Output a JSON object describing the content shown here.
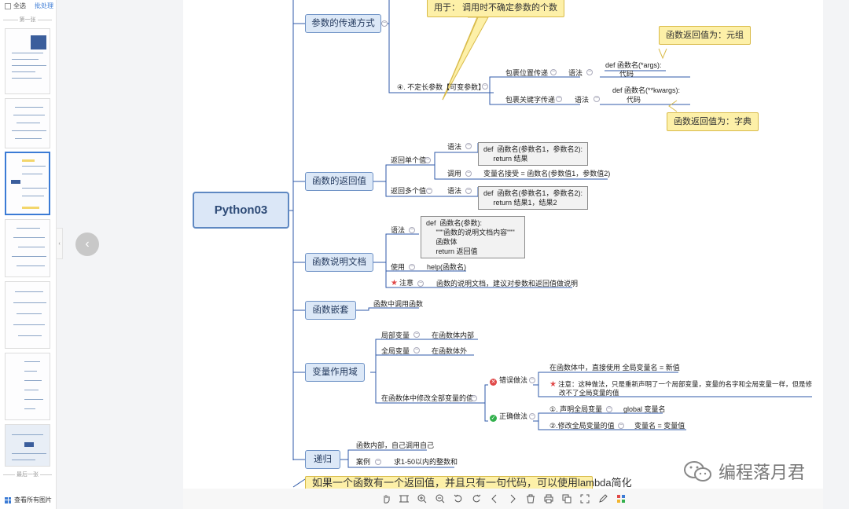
{
  "sidebar": {
    "select_all": "全选",
    "batch": "批处理",
    "first_page": "第一张",
    "last_page": "最后一张",
    "view_all": "查看所有图片"
  },
  "mindmap": {
    "root": "Python03",
    "branches": {
      "param": "参数的传递方式",
      "return": "函数的返回值",
      "doc": "函数说明文档",
      "nest": "函数嵌套",
      "scope": "变量作用域",
      "recur": "递归"
    },
    "param": {
      "callout_use": "用于：  调用时不确定参数的个数",
      "varargs": "④. 不定长参数【可变参数】",
      "pos": "包裹位置传递",
      "kw": "包裹关键字传递",
      "syntax": "语法",
      "pos_code_1": "def  函数名(*args):",
      "pos_code_2": "代码",
      "kw_code_1": "def  函数名(**kwargs):",
      "kw_code_2": "代码",
      "callout_tuple": "函数返回值为：元组",
      "callout_dict": "函数返回值为：字典"
    },
    "return": {
      "single": "返回单个值",
      "multi": "返回多个值",
      "syntax": "语法",
      "call": "调用",
      "single_code": "def  函数名(参数名1，参数名2):\n     return 结果",
      "call_expr": "变量名接受 = 函数名(参数值1，参数值2)",
      "multi_code": "def  函数名(参数名1，参数名2):\n     return 结果1，结果2"
    },
    "doc": {
      "syntax": "语法",
      "code": "def  函数名(参数):\n     \"\"\"函数的说明文档内容\"\"\"\n     函数体\n     return 返回值",
      "use": "使用",
      "help": "help(函数名)",
      "note": "注意",
      "note_text": "函数的说明文档，建议对参数和返回值做说明"
    },
    "nest": {
      "call_in_func": "函数中调用函数"
    },
    "scope": {
      "local": "局部变量",
      "local_desc": "在函数体内部",
      "global": "全局变量",
      "global_desc": "在函数体外",
      "modify": "在函数体中修改全部变量的值",
      "wrong": "错误做法",
      "wrong_1": "在函数体中，直接使用 全局变量名 = 新值",
      "wrong_note_1": "注意：这种做法，只是重新声明了一个局部变量，变量的名字和全局变量一样，但是修",
      "wrong_note_2": "改不了全局变量的值",
      "right": "正确做法",
      "right_1": "①. 声明全局变量",
      "right_1_code": "global 变量名",
      "right_2": "②.修改全局变量的值",
      "right_2_code": "变量名 = 变量值"
    },
    "recur": {
      "def": "函数内部，自己调用自己",
      "example": "案例",
      "example_desc": "求1-50以内的整数和"
    },
    "lambda_callout": "如果一个函数有一个返回值，并且只有一句代码，可以使用lambda简化"
  },
  "watermark": "编程落月君",
  "colors": {
    "branch_border": "#6f93c6",
    "branch_fill": "#dce8f7",
    "line": "#2f5aa8",
    "callout_fill": "#fdf0a8",
    "sidebar_active": "#3b7bd5"
  },
  "toolbar_icons": [
    "hand-icon",
    "fit-icon",
    "zoom-in-icon",
    "zoom-out-icon",
    "rotate-left-icon",
    "rotate-right-icon",
    "prev-icon",
    "next-icon",
    "delete-icon",
    "print-icon",
    "copy-icon",
    "fullscreen-icon",
    "edit-icon",
    "apps-icon"
  ]
}
